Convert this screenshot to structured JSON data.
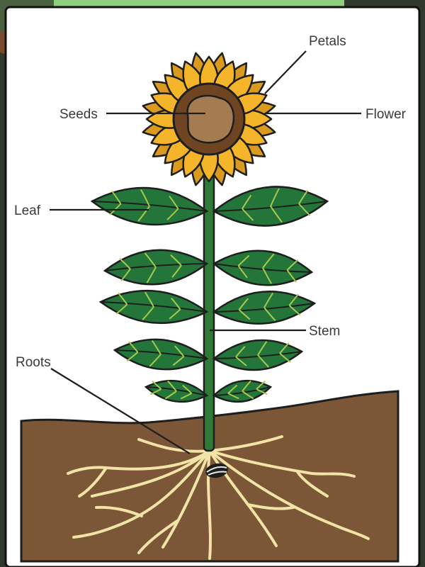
{
  "diagram": {
    "labels": {
      "petals": "Petals",
      "seeds": "Seeds",
      "flower": "Flower",
      "leaf": "Leaf",
      "stem": "Stem",
      "roots": "Roots"
    }
  },
  "colors": {
    "petal": "#f5b52a",
    "petal_back": "#d99a1e",
    "flower_ring": "#6e4423",
    "seed_center": "#a57c52",
    "leaf": "#23753a",
    "leaf_vein": "#a7c94d",
    "stem": "#2f7a36",
    "soil": "#7b5738",
    "roots": "#f2e3a6",
    "background": "#ffffff",
    "frame": "#111111",
    "corner_green": "#8ed07e"
  }
}
